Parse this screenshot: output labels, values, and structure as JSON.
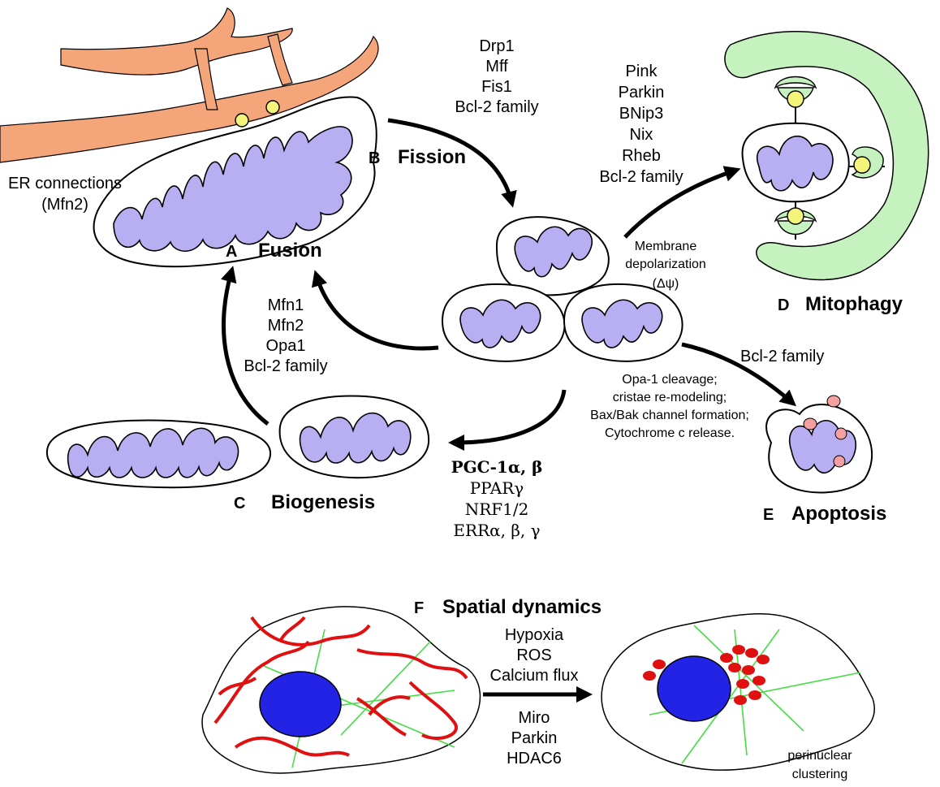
{
  "fission": {
    "letter": "B",
    "title": "Fission",
    "proteins": [
      "Drp1",
      "Mff",
      "Fis1",
      "Bcl-2 family"
    ]
  },
  "fusion": {
    "letter": "A",
    "title": "Fusion",
    "er_label": [
      "ER connections",
      "(Mfn2)"
    ],
    "proteins": [
      "Mfn1",
      "Mfn2",
      "Opa1",
      "Bcl-2 family"
    ]
  },
  "mitophagy": {
    "letter": "D",
    "title": "Mitophagy",
    "proteins": [
      "Pink",
      "Parkin",
      "BNip3",
      "Nix",
      "Rheb",
      "Bcl-2 family"
    ],
    "trigger": [
      "Membrane",
      "depolarization",
      "(Δψ)"
    ]
  },
  "biogenesis": {
    "letter": "C",
    "title": "Biogenesis",
    "factors": [
      "PGC-1α, β",
      "PPARγ",
      "NRF1/2",
      "ERRα, β, γ"
    ]
  },
  "apoptosis": {
    "letter": "E",
    "title": "Apoptosis",
    "regulator": "Bcl-2 family",
    "events": [
      "Opa-1 cleavage;",
      "cristae re-modeling;",
      "Bax/Bak channel formation;",
      "Cytochrome c release."
    ]
  },
  "spatial": {
    "letter": "F",
    "title": "Spatial dynamics",
    "stimuli": [
      "Hypoxia",
      "ROS",
      "Calcium flux"
    ],
    "mediators": [
      "Miro",
      "Parkin",
      "HDAC6"
    ],
    "result": [
      "perinuclear",
      "clustering"
    ]
  },
  "colors": {
    "cristae": "#b8aef2",
    "er": "#f4a57a",
    "autophagosome": "#c6f2c0",
    "nucleus": "#2323e6",
    "mito_network": "#e01010",
    "microtubule": "#44dd44",
    "cytochrome": "#f4a0a0",
    "er_contact": "#f4f47a"
  }
}
